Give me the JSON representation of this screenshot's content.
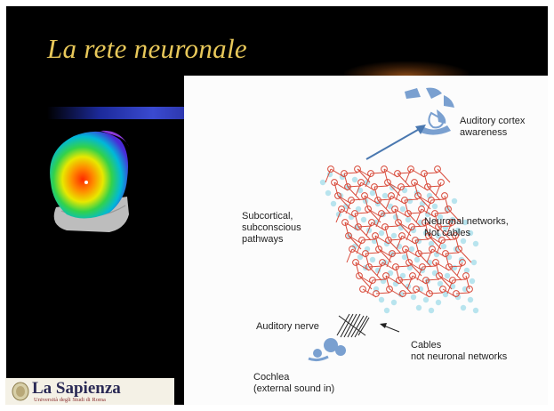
{
  "slide": {
    "title": "La rete neuronale",
    "colors": {
      "background": "#000000",
      "title": "#e8c85a",
      "accent_bar": "#3a4ad0"
    }
  },
  "figure": {
    "labels": {
      "cortex": "Auditory cortex\nawareness",
      "subcortical": "Subcortical,\nsubconscious\npathways",
      "networks": "Neuronal networks,\nNot cables",
      "nerve": "Auditory nerve",
      "cables": "Cables\nnot neuronal networks",
      "cochlea": "Cochlea\n(external sound in)"
    },
    "colors": {
      "neurons": "#d84a3a",
      "background_neurons": "#b8e4ee",
      "arrow": "#4a78b0",
      "shapes": "#7aa0d0"
    }
  },
  "logo": {
    "name": "La Sapienza",
    "subtitle": "Università degli Studi di Roma"
  }
}
